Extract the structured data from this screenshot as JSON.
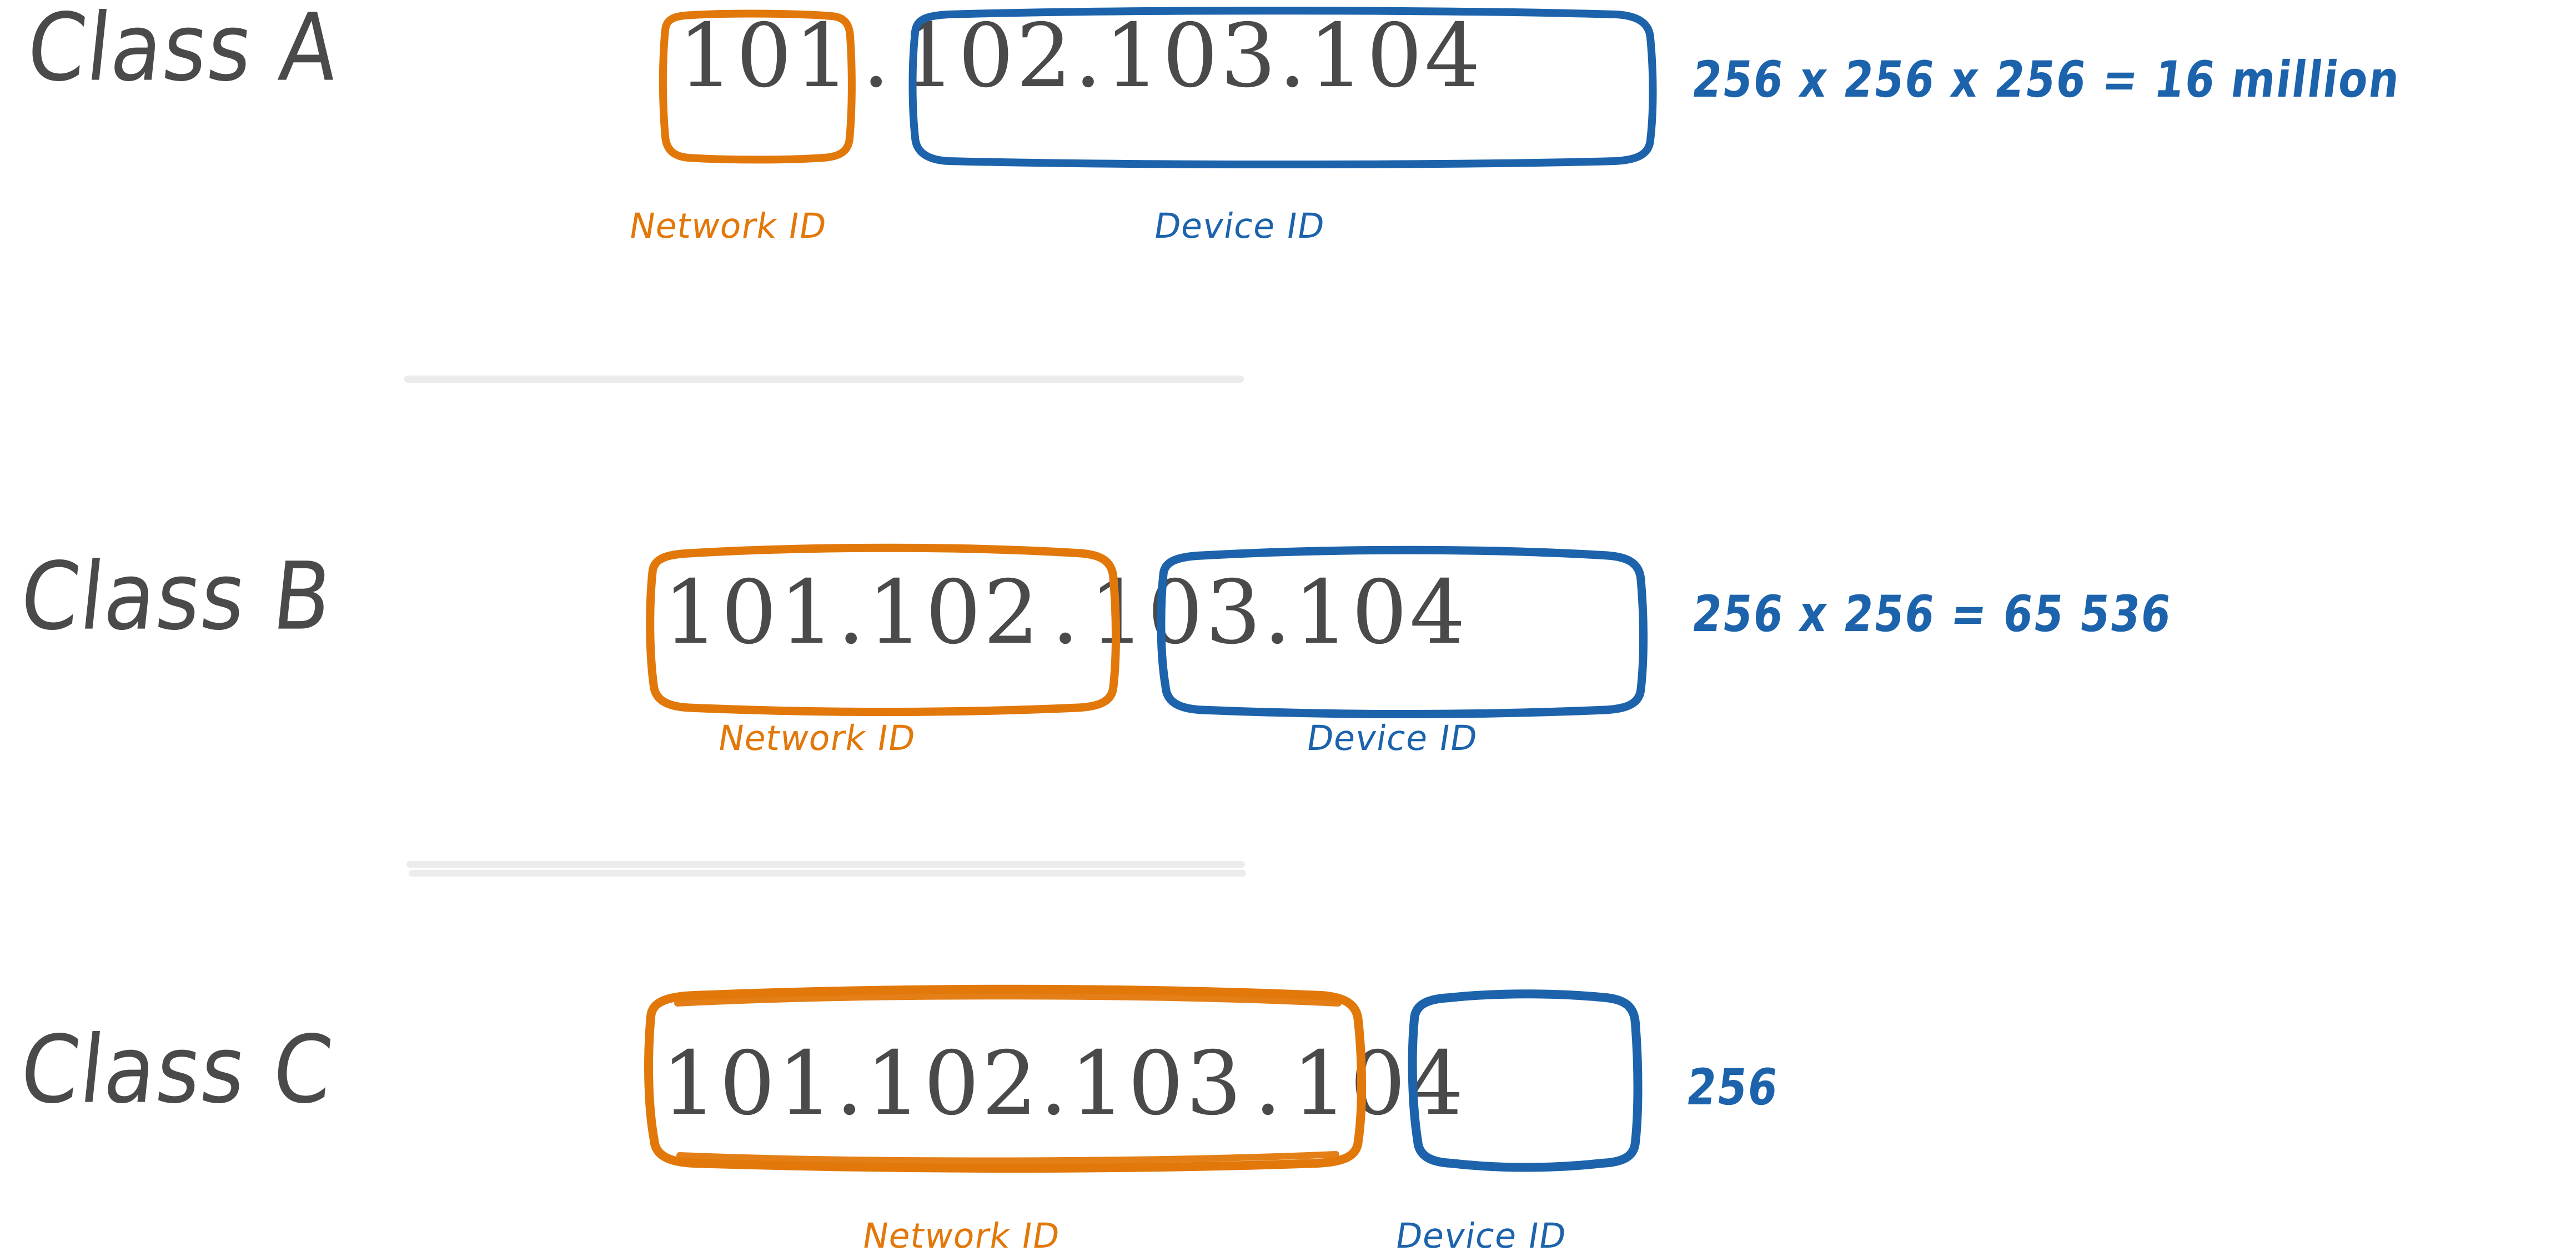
{
  "page": {
    "title": "IP address classes - Network ID vs Device ID",
    "background": "#ffffff"
  },
  "colors": {
    "network_orange": "#e2780a",
    "device_blue": "#1c63ac",
    "text_gray": "#4a4a4a",
    "divider_gray": "#ececec"
  },
  "labels": {
    "network_id": "Network ID",
    "device_id": "Device ID"
  },
  "rows": [
    {
      "class_name": "Class A",
      "ip": "101.102.103.104",
      "network_part": "101",
      "device_part": "102.103.104",
      "network_octets": 1,
      "device_octets": 3,
      "network_label": "Network ID",
      "device_label": "Device ID",
      "math": "256 x 256 x 256 = 16 million"
    },
    {
      "class_name": "Class B",
      "ip": "101.102.103.104",
      "network_part": "101.102",
      "device_part": "103.104",
      "network_octets": 2,
      "device_octets": 2,
      "network_label": "Network ID",
      "device_label": "Device ID",
      "math": "256 x 256 = 65 536"
    },
    {
      "class_name": "Class C",
      "ip": "101.102.103.104",
      "network_part": "101.102.103",
      "device_part": "104",
      "network_octets": 3,
      "device_octets": 1,
      "network_label": "Network ID",
      "device_label": "Device ID",
      "math": "256"
    }
  ],
  "separators": [
    {
      "name": "divider-a-b"
    },
    {
      "name": "divider-b-c"
    }
  ]
}
